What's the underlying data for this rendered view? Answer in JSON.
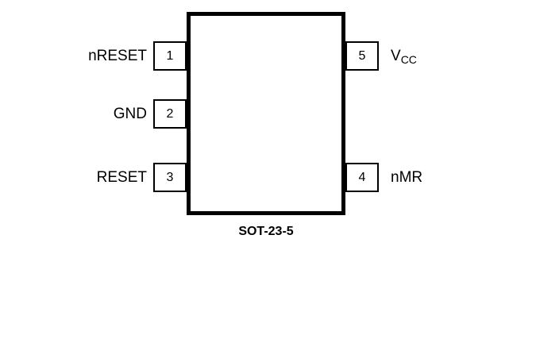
{
  "diagram": {
    "package_label": "SOT-23-5",
    "pins_left": [
      {
        "number": "1",
        "label": "nRESET"
      },
      {
        "number": "2",
        "label": "GND"
      },
      {
        "number": "3",
        "label": "RESET"
      }
    ],
    "pins_right": [
      {
        "number": "5",
        "label_main": "V",
        "label_sub": "CC"
      },
      {
        "number": "4",
        "label": "nMR"
      }
    ]
  }
}
